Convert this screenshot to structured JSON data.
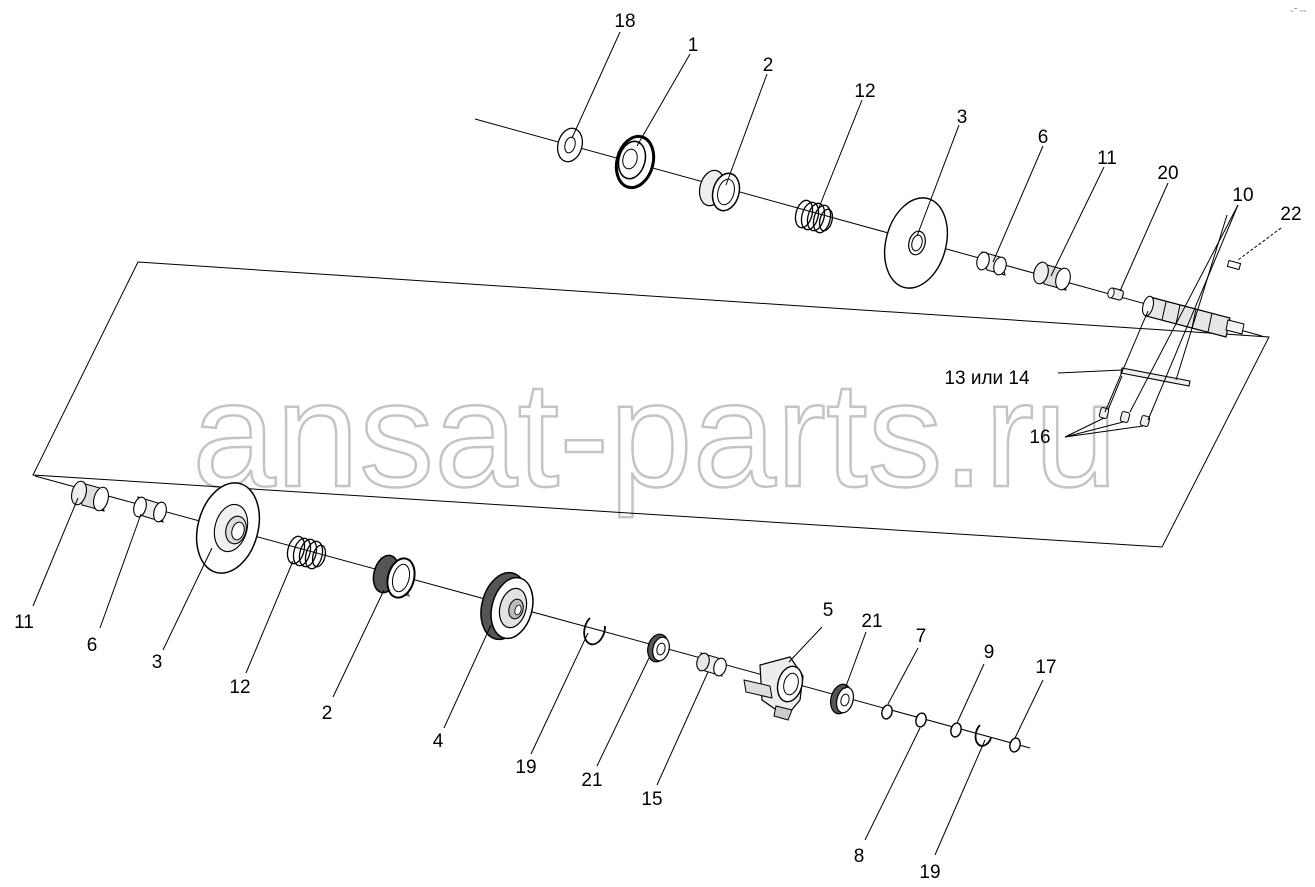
{
  "watermark": "ansat-parts.ru",
  "corner_mark": "₌⁼ ₌₌",
  "callouts": {
    "top_18": "18",
    "top_1": "1",
    "top_2": "2",
    "top_12": "12",
    "top_3": "3",
    "top_6": "6",
    "top_11": "11",
    "top_20": "20",
    "top_10": "10",
    "top_22": "22",
    "label_13_14": "13 или 14",
    "label_16": "16",
    "bot_11": "11",
    "bot_6": "6",
    "bot_3": "3",
    "bot_12": "12",
    "bot_2": "2",
    "bot_4": "4",
    "bot_19a": "19",
    "bot_21a": "21",
    "bot_15": "15",
    "bot_5": "5",
    "bot_21b": "21",
    "bot_7": "7",
    "bot_8": "8",
    "bot_9": "9",
    "bot_19b": "19",
    "bot_17": "17"
  }
}
